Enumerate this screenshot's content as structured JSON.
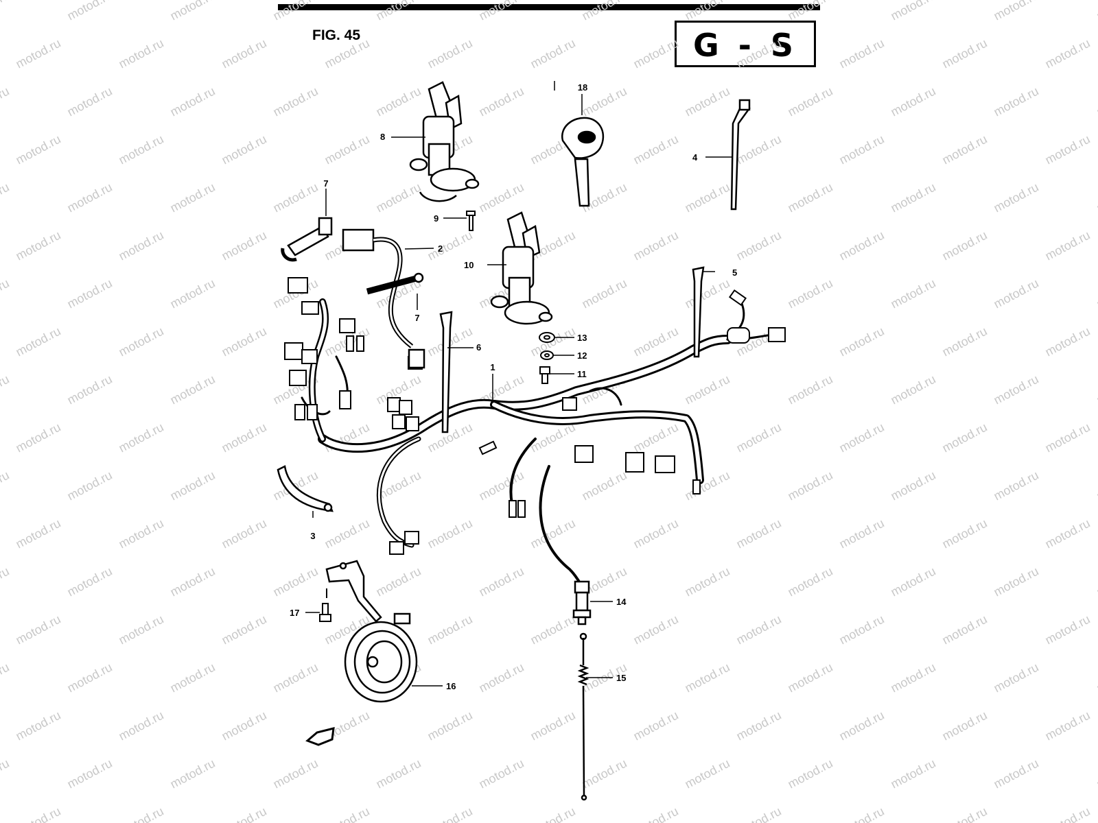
{
  "figure": {
    "label": "FIG. 45",
    "code": "G - S"
  },
  "watermark": {
    "text": "motod.ru",
    "color": "#c8c8c8"
  },
  "callouts": [
    "1",
    "2",
    "3",
    "4",
    "5",
    "6",
    "7",
    "7",
    "8",
    "9",
    "10",
    "11",
    "12",
    "13",
    "14",
    "15",
    "16",
    "17",
    "18"
  ],
  "parts": [
    "wiring-harness",
    "connector-bracket",
    "clamp-bracket",
    "cable-band-long",
    "cable-band-short",
    "cable-band-mid",
    "connector-clip",
    "connector-clip-2",
    "ignition-switch",
    "screw",
    "seat-lock",
    "bolt",
    "washer-12",
    "washer-13",
    "brake-light-switch",
    "spring",
    "horn",
    "horn-bolt",
    "key"
  ]
}
